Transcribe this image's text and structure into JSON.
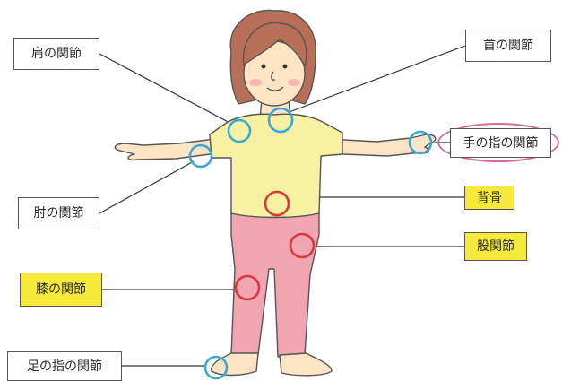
{
  "labels": {
    "shoulder_joint": "肩の関節",
    "neck_joint": "首の関節",
    "finger_joint": "手の指の関節",
    "elbow_joint": "肘の関節",
    "spine": "背骨",
    "hip_joint": "股関節",
    "knee_joint": "膝の関節",
    "toe_joint": "足の指の関節"
  },
  "colors": {
    "blue_marker": "#39a6dc",
    "red_marker": "#d7393c",
    "highlight": "#f7e93a",
    "finger_oval": "#d96aa0",
    "shirt": "#f8f1a1",
    "pants": "#f0a5b1",
    "skin": "#fce4c5",
    "hair": "#b77057"
  }
}
